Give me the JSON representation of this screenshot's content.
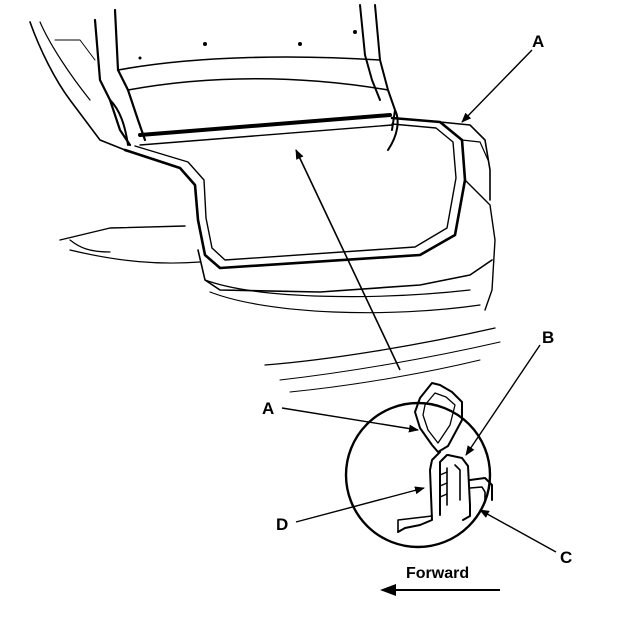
{
  "callouts": {
    "a_top": "A",
    "b": "B",
    "a_detail": "A",
    "d": "D",
    "c": "C"
  },
  "direction": {
    "label": "Forward"
  },
  "colors": {
    "line": "#000000",
    "background": "#ffffff"
  },
  "icons": {
    "direction_arrow": "left-arrow-icon"
  }
}
